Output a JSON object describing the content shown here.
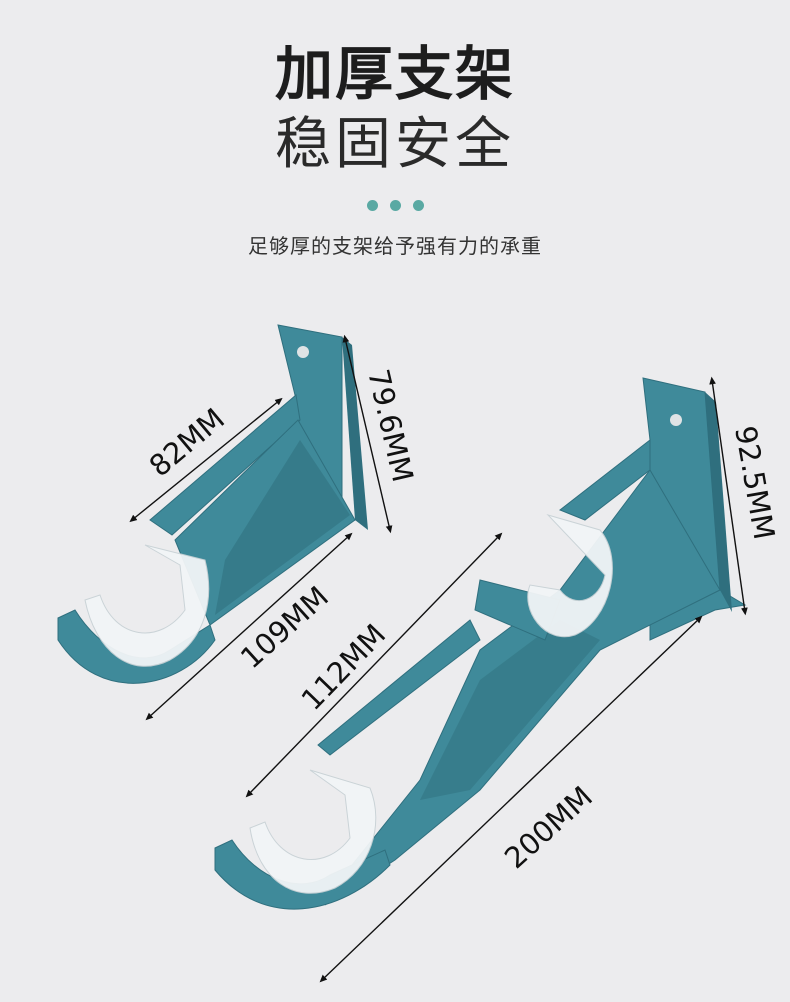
{
  "header": {
    "title": "加厚支架",
    "subtitle": "稳固安全",
    "description": "足够厚的支架给予强有力的承重"
  },
  "dots": [
    "#5aa9a3",
    "#5aa9a3",
    "#5aa9a3"
  ],
  "colors": {
    "bracket": "#3f8a9a",
    "bracket_dark": "#2f6f7e",
    "holder": "#f2f5f7",
    "background": "#ececee"
  },
  "dimensions": {
    "single_width": "82MM",
    "single_height": "79.6MM",
    "single_length": "109MM",
    "double_inner": "112MM",
    "double_height": "92.5MM",
    "double_length": "200MM"
  }
}
